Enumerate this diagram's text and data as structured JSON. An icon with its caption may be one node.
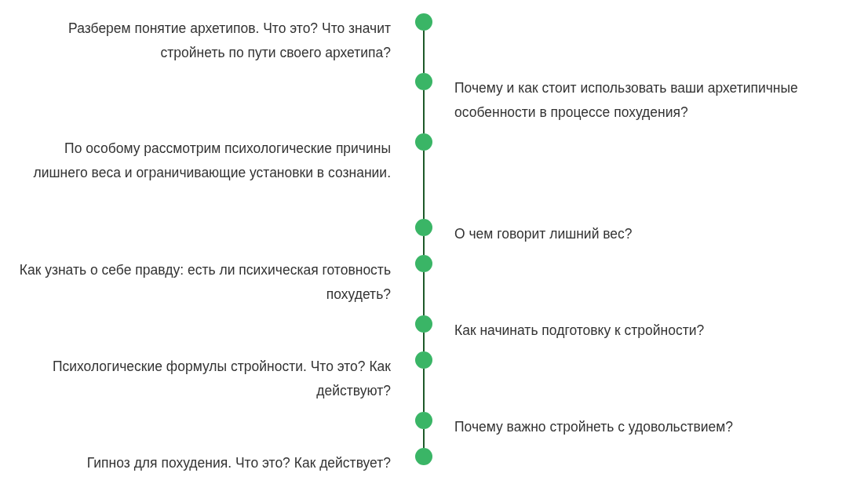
{
  "diagram": {
    "nodes": [
      {
        "text": [],
        "shape": "circle",
        "beside": [
          "Разберем понятие архетипов. Что это? Что значит стройнеть по пути своего архетипа?"
        ]
      },
      {
        "text": [],
        "shape": "circle",
        "beside": [
          "Почему и как стоит использовать ваши архетипичные особенности в процессе похудения?"
        ]
      },
      {
        "text": [],
        "shape": "circle",
        "beside": [
          "По особому рассмотрим психологические причины лишнего веса и ограничивающие установки в сознании."
        ]
      },
      {
        "text": [],
        "shape": "circle",
        "beside": [
          "О чем говорит лишний вес?"
        ]
      },
      {
        "text": [],
        "shape": "circle",
        "beside": [
          "Как узнать о себе правду: есть ли психическая готовность похудеть?"
        ]
      },
      {
        "text": [],
        "shape": "circle",
        "beside": [
          "Как начинать подготовку к стройности?"
        ]
      },
      {
        "text": [],
        "shape": "circle",
        "beside": [
          "Психологические формулы стройности. Что это? Как действуют?"
        ]
      },
      {
        "text": [],
        "shape": "circle",
        "beside": [
          "Почему важно стройнеть с удовольствием?"
        ]
      },
      {
        "text": [],
        "shape": "circle",
        "beside": [
          "Гипноз для похудения. Что это? Как действует?"
        ]
      }
    ],
    "edges": [
      {
        "from": 0,
        "to": 1,
        "arrow": "none"
      },
      {
        "from": 1,
        "to": 2,
        "arrow": "none"
      },
      {
        "from": 2,
        "to": 3,
        "arrow": "none"
      },
      {
        "from": 3,
        "to": 4,
        "arrow": "none"
      },
      {
        "from": 4,
        "to": 5,
        "arrow": "none"
      },
      {
        "from": 5,
        "to": 6,
        "arrow": "none"
      },
      {
        "from": 6,
        "to": 7,
        "arrow": "none"
      },
      {
        "from": 7,
        "to": 8,
        "arrow": "none"
      }
    ]
  }
}
